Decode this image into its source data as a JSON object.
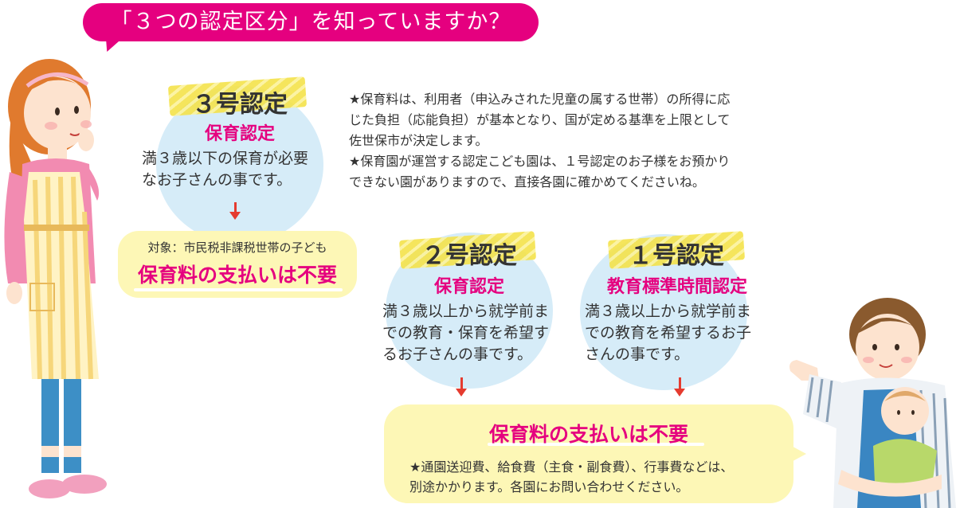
{
  "banner": {
    "text": "「３つの認定区分」を知っていますか？"
  },
  "cert3": {
    "heading": "３号認定",
    "subheading": "保育認定",
    "description": [
      "満３歳以下の保育が必要",
      "なお子さんの事です。"
    ],
    "target": "対象：市民税非課税世帯の子ども",
    "payment": "保育料の支払いは不要"
  },
  "notes": [
    "★保育料は、利用者（申込みされた児童の属する世帯）の所得に応",
    "じた負担（応能負担）が基本となり、国が定める基準を上限として",
    "佐世保市が決定します。",
    "★保育園が運営する認定こども園は、１号認定のお子様をお預かり",
    "できない園がありますので、直接各園に確かめてくださいね。"
  ],
  "cert2": {
    "heading": "２号認定",
    "subheading": "保育認定",
    "description": [
      "満３歳以上から就学前ま",
      "での教育・保育を希望す",
      "るお子さんの事です。"
    ]
  },
  "cert1": {
    "heading": "１号認定",
    "subheading": "教育標準時間認定",
    "description": [
      "満３歳以上から就学前ま",
      "での教育を希望するお子",
      "さんの事です。"
    ]
  },
  "bottom_panel": {
    "payment": "保育料の支払いは不要",
    "note": [
      "★通園送迎費、給食費（主食・副食費）、行事費などは、",
      "別途かかります。各園にお問い合わせください。"
    ]
  },
  "colors": {
    "accent": "#e5007f",
    "circle": "#d6ecf8",
    "panel": "#fdf7b6",
    "arrow": "#e53b2f",
    "highlight": "#f4e24a"
  },
  "illustrations": {
    "left": "woman-with-apron-illustration",
    "right": "father-holding-baby-illustration"
  }
}
